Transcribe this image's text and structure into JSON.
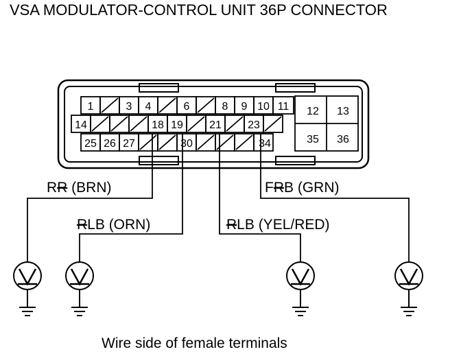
{
  "title": "VSA MODULATOR-CONTROL UNIT 36P CONNECTOR",
  "caption": "Wire side of female terminals",
  "pins": {
    "p1": "1",
    "p3": "3",
    "p4": "4",
    "p6": "6",
    "p8": "8",
    "p9": "9",
    "p10": "10",
    "p11": "11",
    "p12": "12",
    "p13": "13",
    "p14": "14",
    "p18": "18",
    "p19": "19",
    "p21": "21",
    "p23": "23",
    "p25": "25",
    "p26": "26",
    "p27": "27",
    "p30": "30",
    "p34": "34",
    "p35": "35",
    "p36": "36"
  },
  "wires": [
    {
      "label": "RR (BRN)",
      "prefix": "R",
      "strike": "R",
      "suffix": " (BRN)",
      "pin": "18",
      "color": "BRN"
    },
    {
      "label": "RLB (ORN)",
      "prefix": "",
      "strike": "R",
      "suffix": "LB (ORN)",
      "pin": "30",
      "color": "ORN"
    },
    {
      "label": "RLB (YEL/RED)",
      "prefix": "",
      "strike": "R",
      "suffix": "LB (YEL/RED)",
      "pin": "21",
      "color": "YEL/RED"
    },
    {
      "label": "FRB (GRN)",
      "prefix": "F",
      "strike": "R",
      "suffix": "B (GRN)",
      "pin": "34",
      "color": "GRN"
    }
  ],
  "icons": [
    "voltmeter-icon",
    "ground-icon"
  ]
}
